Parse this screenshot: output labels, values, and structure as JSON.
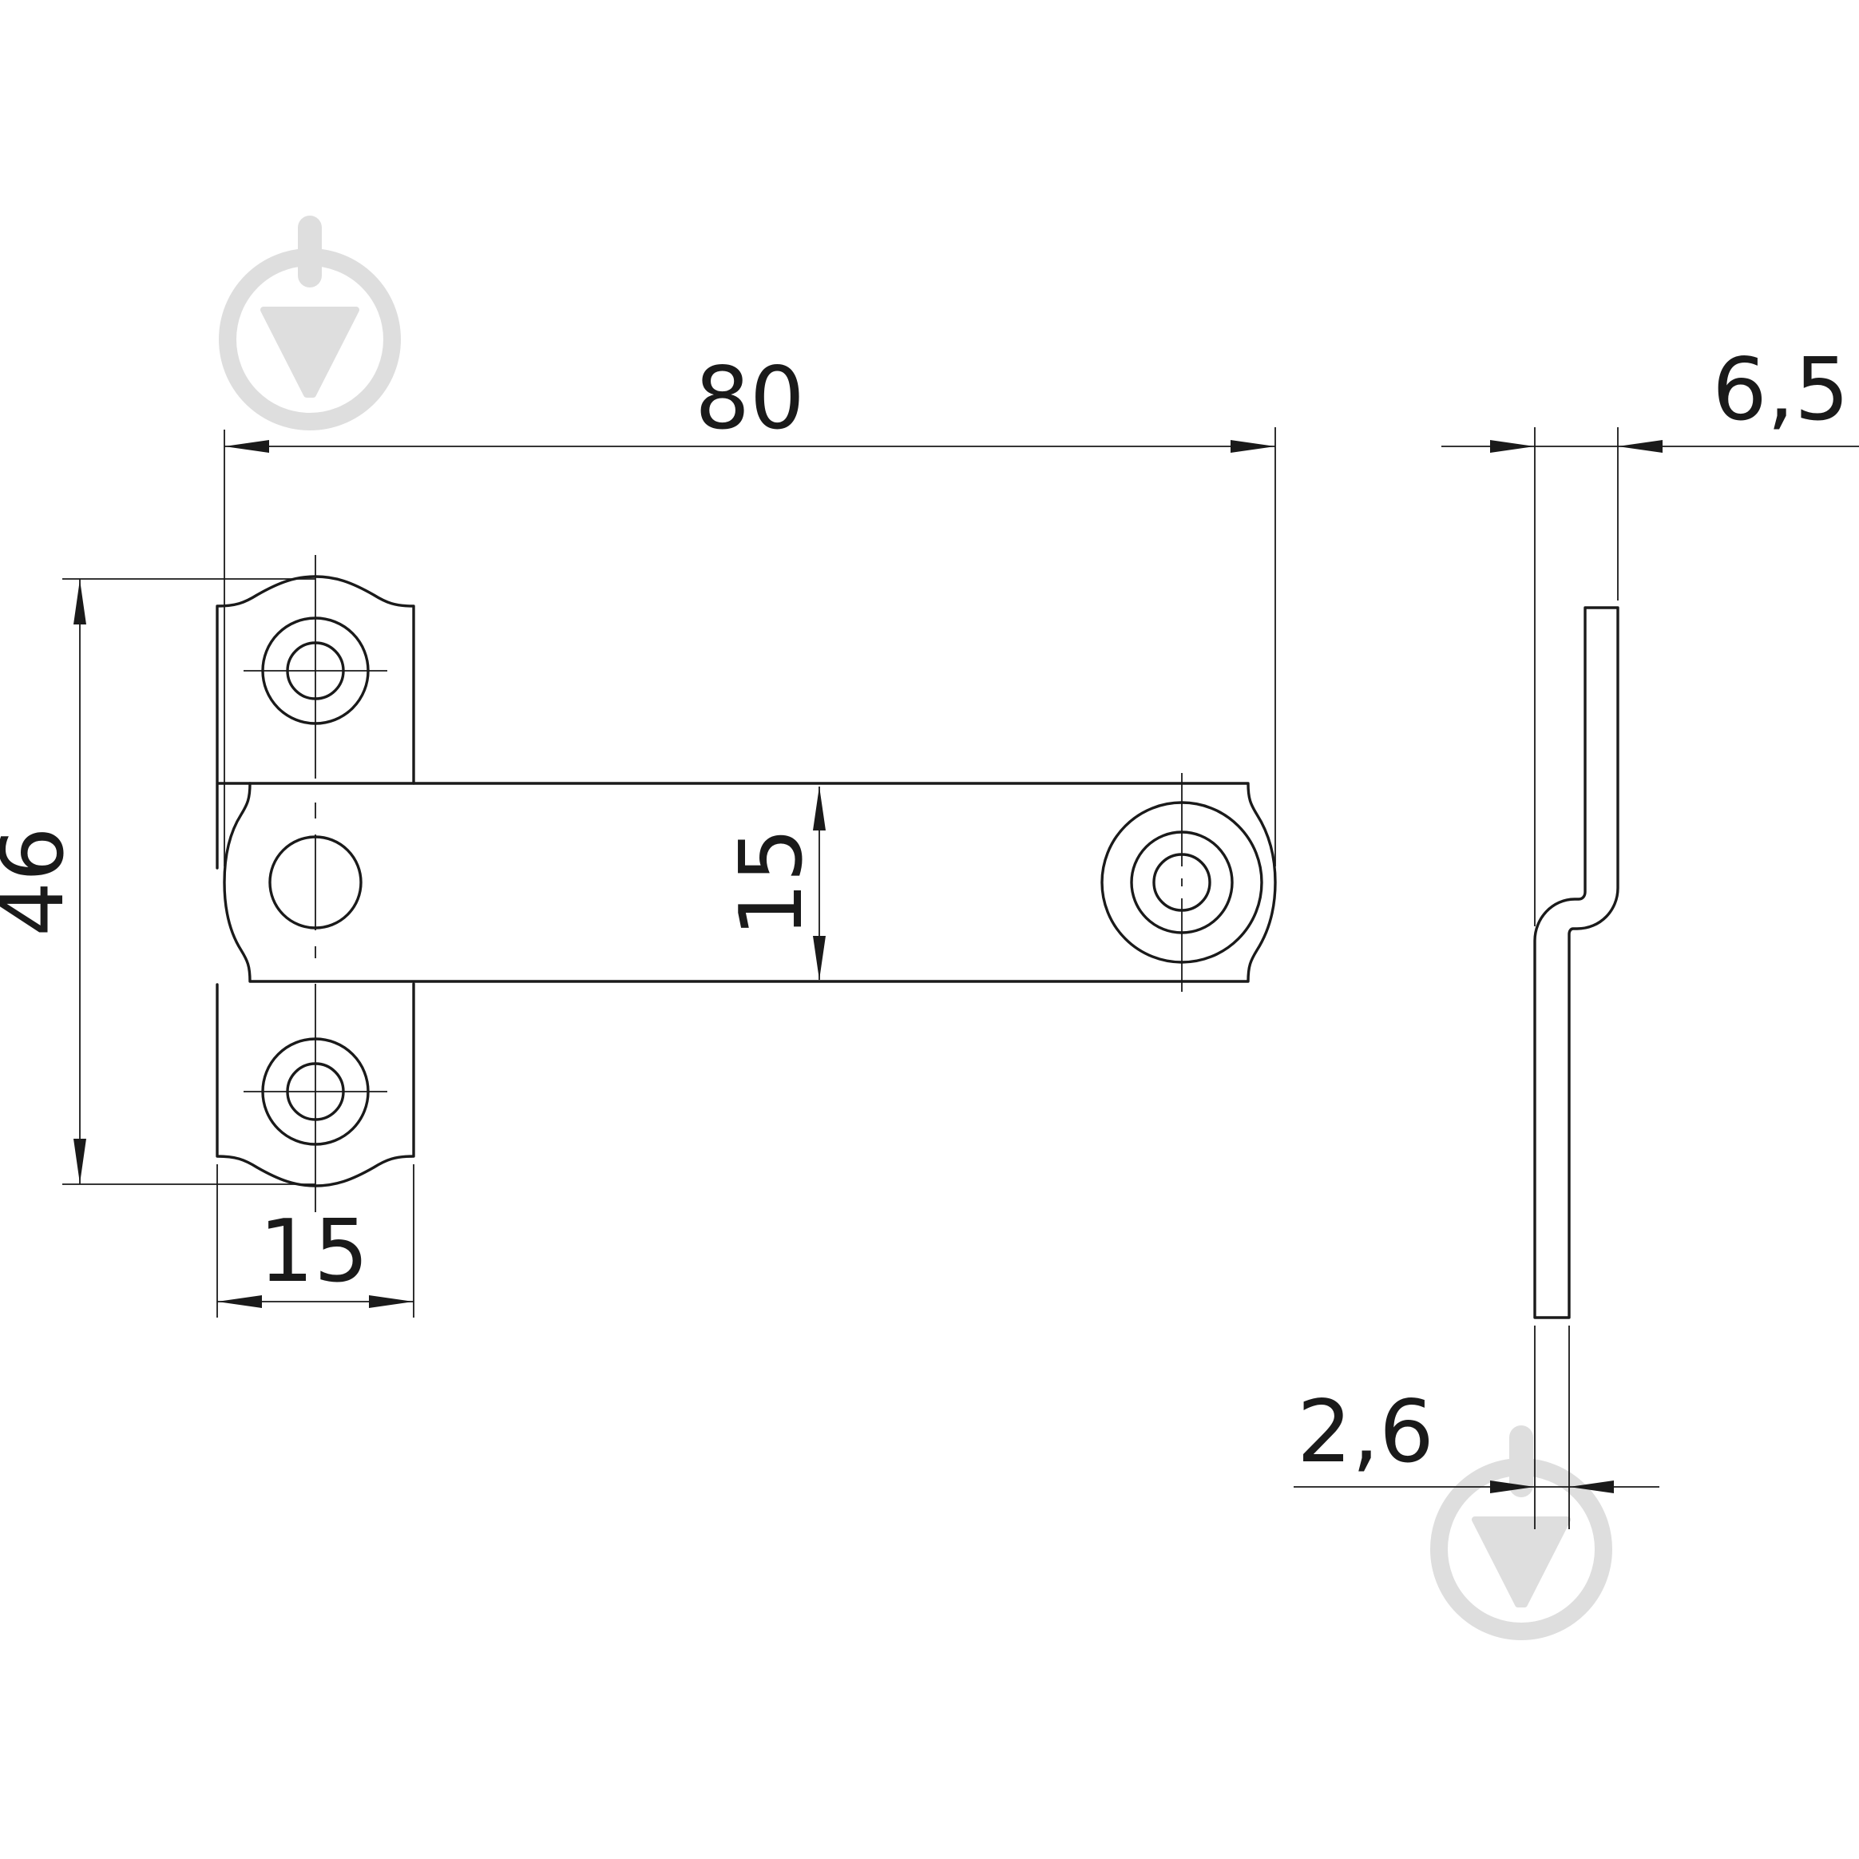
{
  "dimensions": {
    "length": "80",
    "height": "46",
    "strap_width": "15",
    "leaf_width": "15",
    "offset": "6,5",
    "thickness": "2,6"
  },
  "watermark": {
    "icon": "download-arrow-in-circle-icon",
    "color": "#dedede"
  },
  "colors": {
    "lines": "#1a1a1a",
    "background": "#ffffff"
  }
}
